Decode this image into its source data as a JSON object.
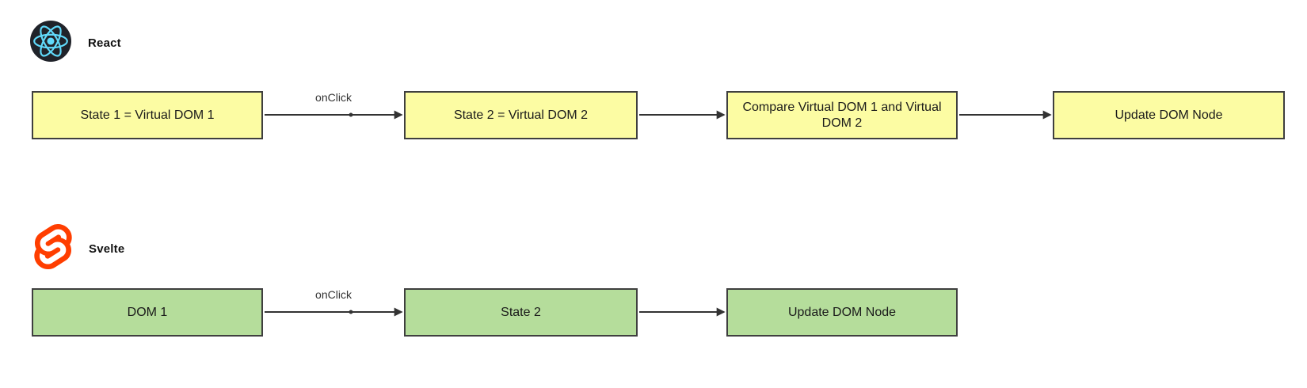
{
  "sections": {
    "react": {
      "title": "React",
      "nodes": [
        {
          "label": "State 1 = Virtual DOM 1"
        },
        {
          "label": "State 2 = Virtual DOM 2"
        },
        {
          "label": "Compare Virtual DOM 1 and Virtual DOM 2"
        },
        {
          "label": "Update DOM Node"
        }
      ],
      "edges": [
        {
          "from": "State 1 = Virtual DOM 1",
          "to": "State 2 = Virtual DOM 2",
          "label": "onClick"
        },
        {
          "from": "State 2 = Virtual DOM 2",
          "to": "Compare Virtual DOM 1 and Virtual DOM 2",
          "label": ""
        },
        {
          "from": "Compare Virtual DOM 1 and Virtual DOM 2",
          "to": "Update DOM Node",
          "label": ""
        }
      ]
    },
    "svelte": {
      "title": "Svelte",
      "nodes": [
        {
          "label": "DOM 1"
        },
        {
          "label": "State 2"
        },
        {
          "label": "Update DOM Node"
        }
      ],
      "edges": [
        {
          "from": "DOM 1",
          "to": "State 2",
          "label": "onClick"
        },
        {
          "from": "State 2",
          "to": "Update DOM Node",
          "label": ""
        }
      ]
    }
  },
  "icons": {
    "react": "react-atom-icon",
    "svelte": "svelte-s-icon"
  },
  "colors": {
    "react_node_fill": "#FCFCA3",
    "svelte_node_fill": "#B5DD9B",
    "node_border": "#3F3F3F",
    "edge": "#333333",
    "react_brand": "#61DAFB",
    "react_logo_bg": "#20232A",
    "svelte_brand": "#FF3E00",
    "background": "#FFFFFF",
    "text": "#1A1A1A"
  }
}
